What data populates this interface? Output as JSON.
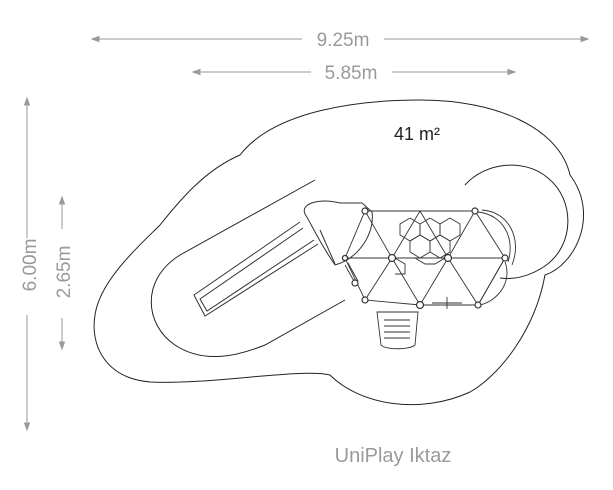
{
  "dimensions": {
    "total_length": "9.25m",
    "equipment_length": "5.85m",
    "total_width": "6.00m",
    "equipment_width": "2.65m"
  },
  "area_label": "41 m²",
  "product_name": "UniPlay Iktaz",
  "colors": {
    "line": "#333333",
    "dimension": "#9a9a9a",
    "zone_outline": "#222222"
  }
}
